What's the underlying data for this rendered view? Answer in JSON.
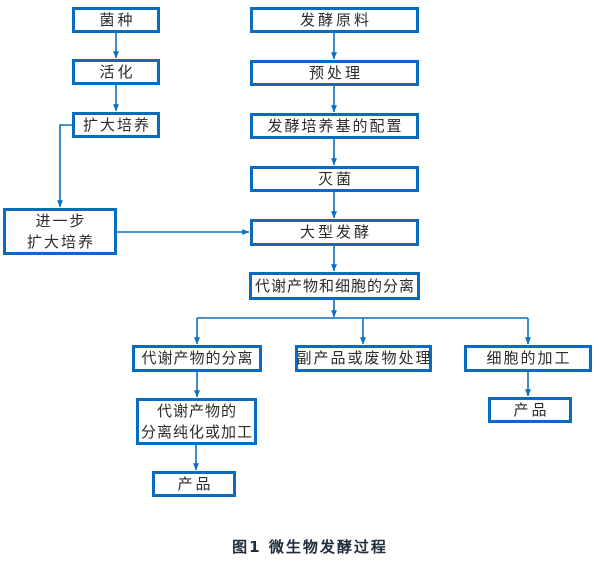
{
  "diagram": {
    "caption": "图1 微生物发酵过程",
    "colors": {
      "box_border": "#0b6cbd",
      "arrow": "#0d6ec0",
      "box_text": "#2b2b2b",
      "caption_text": "#1f2d3d",
      "background": "#ffffff"
    },
    "nodes": {
      "strain": {
        "label": "菌种"
      },
      "activation": {
        "label": "活化"
      },
      "expand_culture": {
        "label": "扩大培养"
      },
      "further_expand": {
        "line1": "进一步",
        "line2": "扩大培养"
      },
      "raw_materials": {
        "label": "发酵原料"
      },
      "pretreatment": {
        "label": "预处理"
      },
      "medium_preparation": {
        "label": "发酵培养基的配置"
      },
      "sterilization": {
        "label": "灭菌"
      },
      "large_fermentation": {
        "label": "大型发酵"
      },
      "metabolite_cell_separation": {
        "label": "代谢产物和细胞的分离"
      },
      "metabolite_separation": {
        "label": "代谢产物的分离"
      },
      "byproduct_waste": {
        "label": "副产品或废物处理"
      },
      "cell_processing": {
        "label": "细胞的加工"
      },
      "purification": {
        "line1": "代谢产物的",
        "line2": "分离纯化或加工"
      },
      "product_left": {
        "label": "产品"
      },
      "product_right": {
        "label": "产品"
      }
    }
  }
}
